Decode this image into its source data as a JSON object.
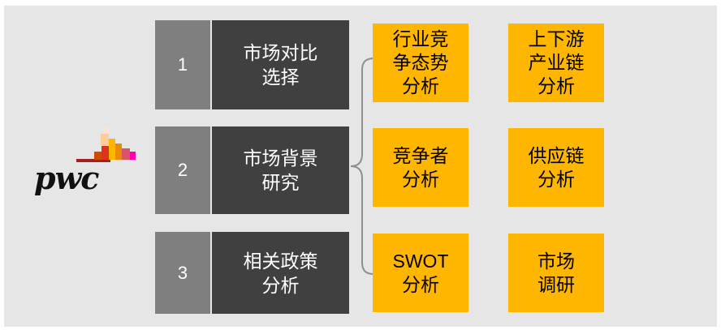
{
  "logo": {
    "wordmark": "pwc"
  },
  "steps": [
    {
      "number": "1",
      "label": "市场对比\n选择"
    },
    {
      "number": "2",
      "label": "市场背景\n研究"
    },
    {
      "number": "3",
      "label": "相关政策\n分析"
    }
  ],
  "analyses": [
    "行业竞\n争态势\n分析",
    "上下游\n产业链\n分析",
    "竞争者\n分析",
    "供应链\n分析",
    "SWOT\n分析",
    "市场\n调研"
  ],
  "colors": {
    "background": "#e6e6e6",
    "step_number_bg": "#7f7f7f",
    "step_label_bg": "#404040",
    "card_bg": "#ffb600"
  }
}
